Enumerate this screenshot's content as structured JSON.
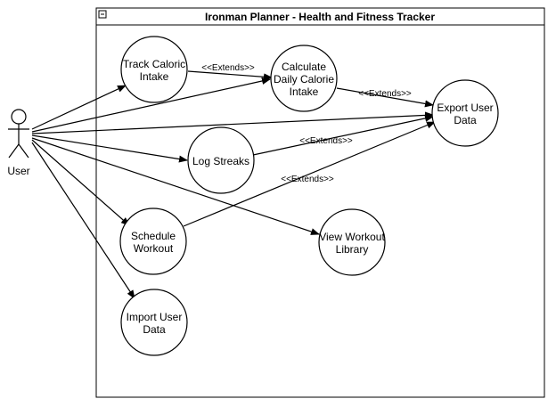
{
  "system": {
    "title": "Ironman Planner - Health and Fitness Tracker"
  },
  "actor": {
    "label": "User"
  },
  "use_cases": {
    "track_caloric_intake": {
      "lines": [
        "Track Caloric",
        "Intake"
      ]
    },
    "calculate_daily_calorie_intake": {
      "lines": [
        "Calculate",
        "Daily Calorie",
        "Intake"
      ]
    },
    "export_user_data": {
      "lines": [
        "Export User",
        "Data"
      ]
    },
    "log_streaks": {
      "lines": [
        "Log Streaks"
      ]
    },
    "schedule_workout": {
      "lines": [
        "Schedule",
        "Workout"
      ]
    },
    "view_workout_library": {
      "lines": [
        "View Workout",
        "Library"
      ]
    },
    "import_user_data": {
      "lines": [
        "Import User",
        "Data"
      ]
    }
  },
  "relations": {
    "extends_track_to_calculate": "<<Extends>>",
    "extends_calculate_to_export": "<<Extends>>",
    "extends_log_to_export": "<<Extends>>",
    "extends_schedule_to_export": "<<Extends>>"
  }
}
